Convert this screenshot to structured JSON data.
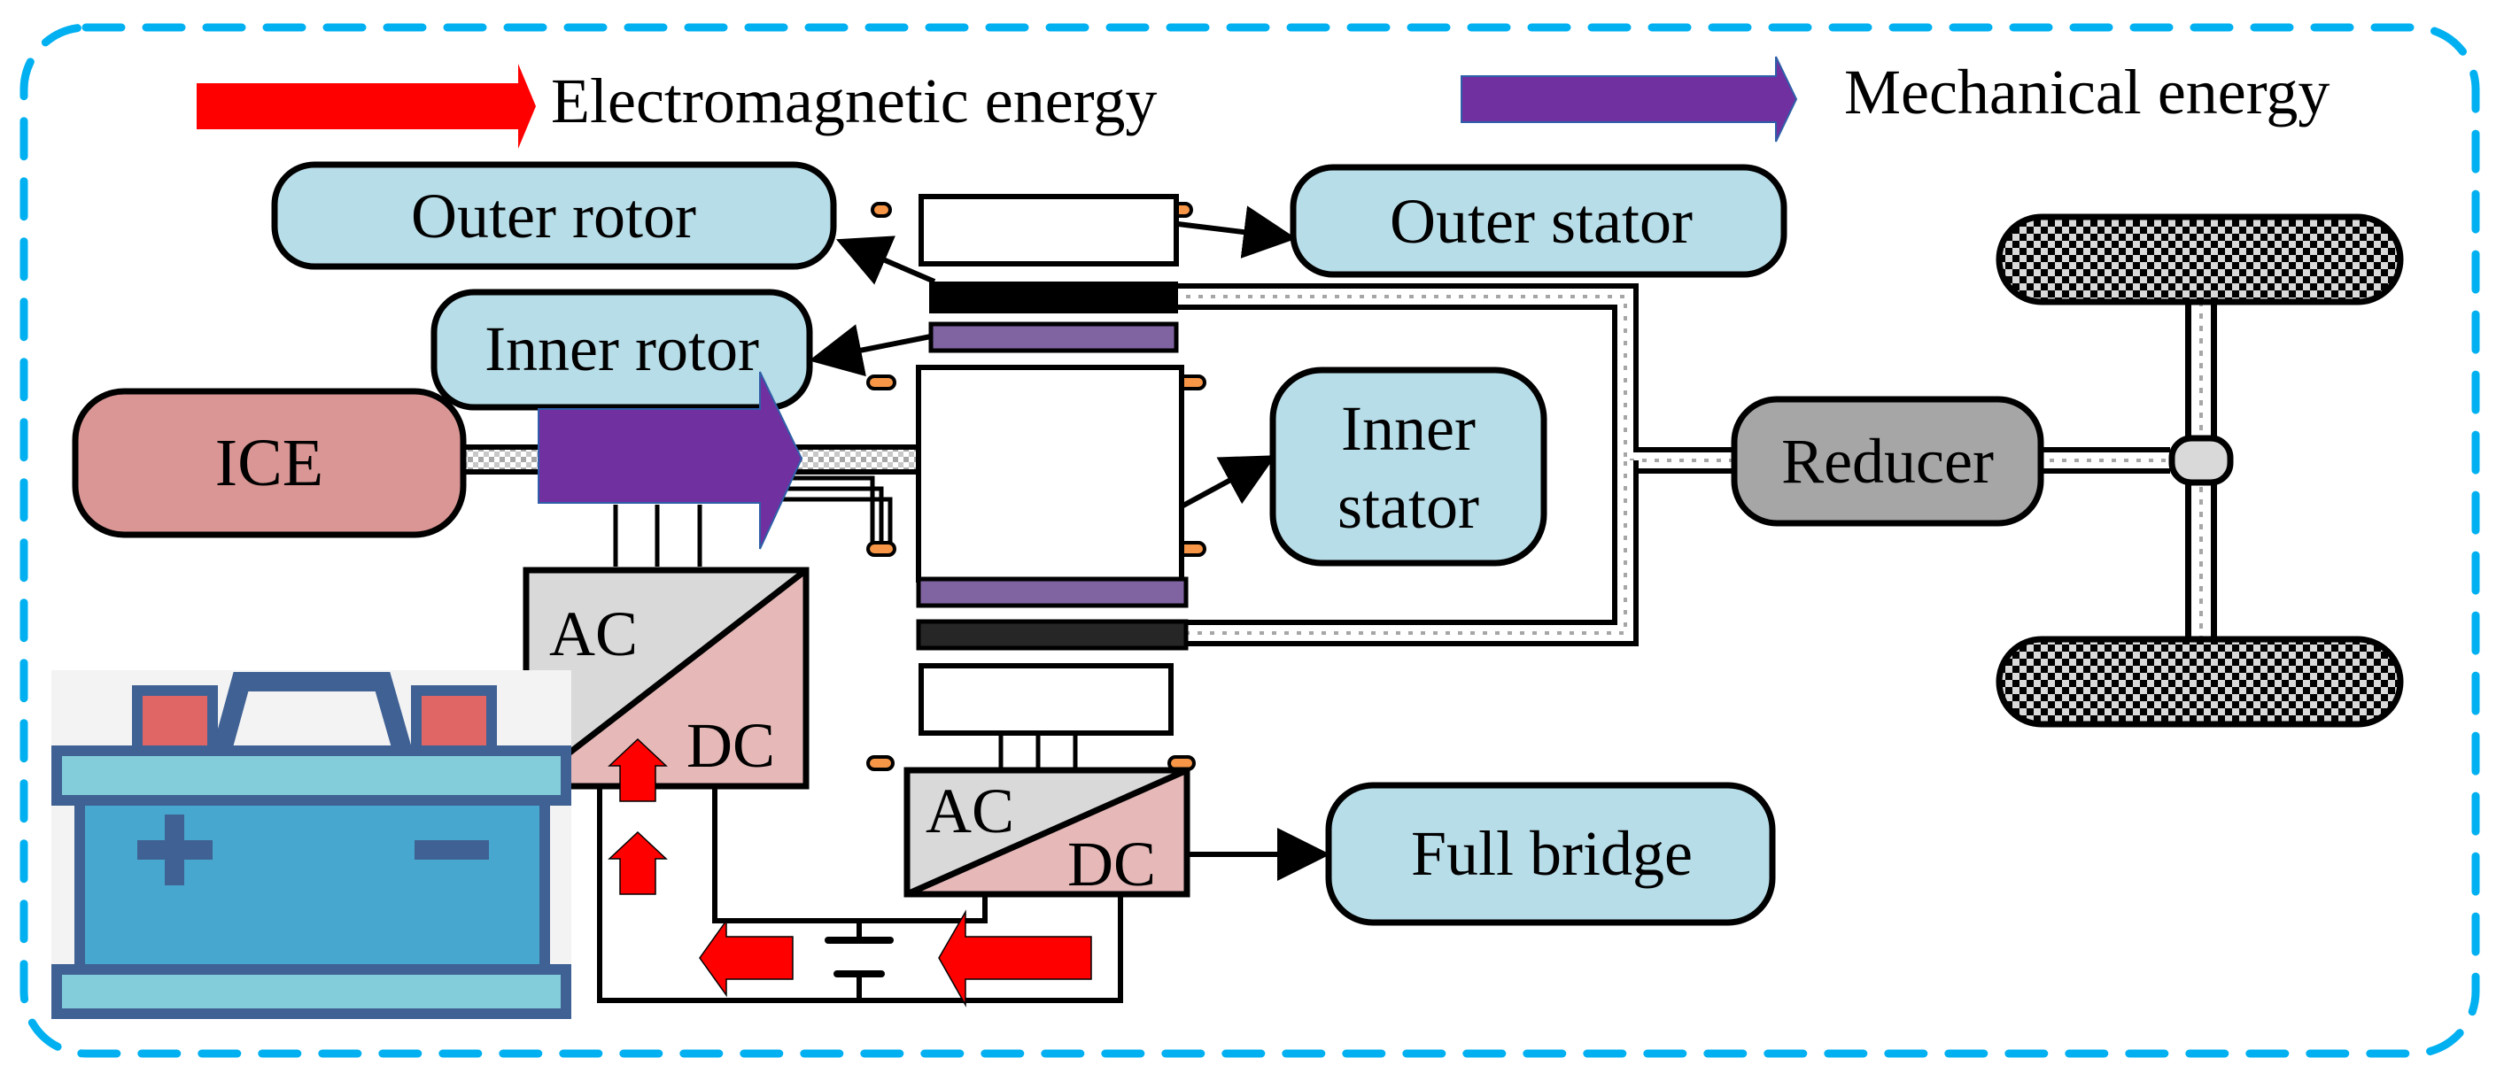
{
  "legend": {
    "electromagnetic_label": "Electromagnetic energy",
    "mechanical_label": "Mechanical energy",
    "electromagnetic_color": "#ff0000",
    "mechanical_color": "#7030a0"
  },
  "blocks": {
    "outer_rotor": "Outer rotor",
    "outer_stator": "Outer stator",
    "inner_rotor": "Inner rotor",
    "ice": "ICE",
    "inner_stator_line1": "Inner",
    "inner_stator_line2": "stator",
    "reducer": "Reducer",
    "full_bridge": "Full bridge"
  },
  "converters": [
    {
      "ac_label": "AC",
      "dc_label": "DC"
    },
    {
      "ac_label": "AC",
      "dc_label": "DC"
    }
  ],
  "colors": {
    "component_box": "#b7dde8",
    "ice_box": "#d99694",
    "reducer_box": "#a6a6a6",
    "converter_ac": "#d9d9d9",
    "converter_dc": "#e6b9b8",
    "rotor_bar_purple": "#8064a2",
    "border_dash": "#00b0f0",
    "terminal_orange": "#f79646"
  }
}
